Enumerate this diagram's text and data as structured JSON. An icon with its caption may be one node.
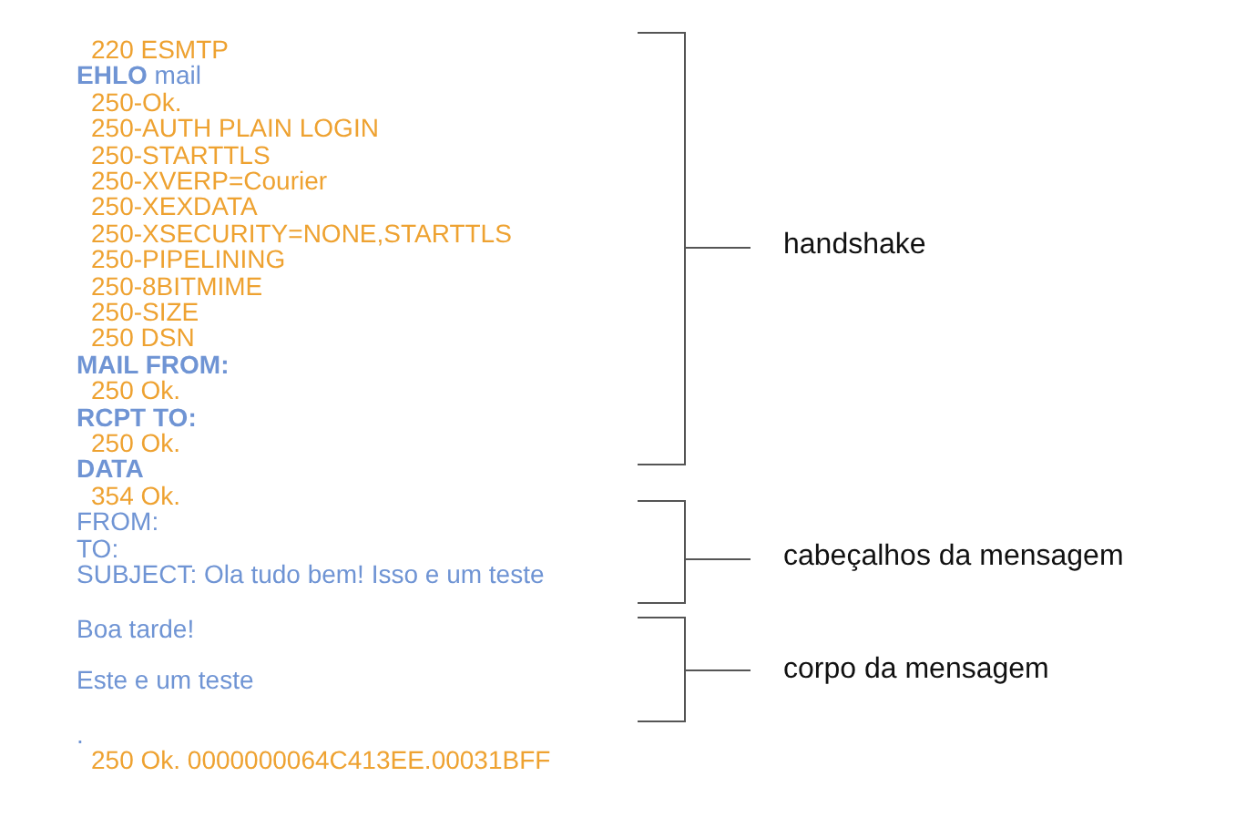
{
  "diagram": {
    "labels": [
      "220 ESMTP",
      "**EHLO** mail",
      "250-Ok.",
      "250-AUTH PLAIN LOGIN",
      "250-STARTTLS",
      "250-XVERP=Courier",
      "250-XEXDATA",
      "250-XSECURITY=NONE,STARTTLS",
      "250-PIPELINING",
      "250-8BITMIME",
      "250-SIZE",
      "250 DSN",
      "MAIL FROM:",
      "250 Ok.",
      "RCPT TO:",
      "250 Ok.",
      "DATA",
      "354 Ok.",
      "FROM:",
      "TO:",
      "SUBJECT: Ola tudo bem! Isso e um teste",
      "Boa tarde!",
      "Este e um teste",
      ".",
      "250 Ok. 0000000064C413EE.00031BFF",
      "handshake",
      "cabeçalhos da mensagem",
      "corpo da mensagem"
    ]
  }
}
